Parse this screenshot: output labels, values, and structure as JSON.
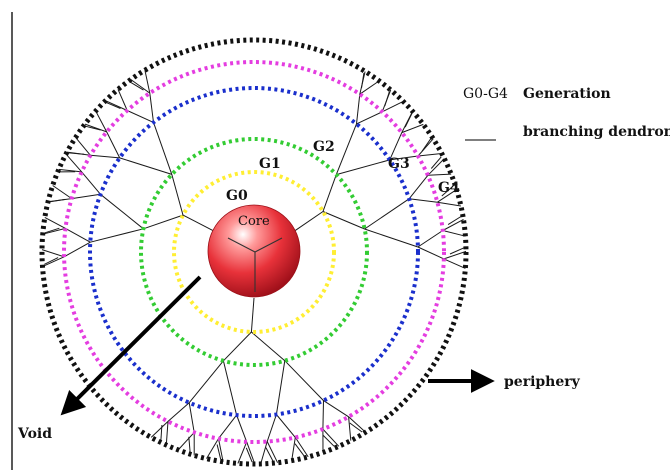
{
  "legend": {
    "generation_key": "G0-G4",
    "generation_text": "Generation",
    "branching_text": "branching dendrons"
  },
  "labels": {
    "core": "Core",
    "g0": "G0",
    "g1": "G1",
    "g2": "G2",
    "g3": "G3",
    "g4": "G4",
    "periphery": "periphery",
    "void": "Void"
  },
  "colors": {
    "core": "#e8323a",
    "g1_ring": "#ffee33",
    "g2_ring": "#33cc33",
    "g3_ring": "#1a2fcc",
    "g4_ring": "#e43de0",
    "outer_ring": "#111111",
    "dendron": "#1a1a1a"
  }
}
